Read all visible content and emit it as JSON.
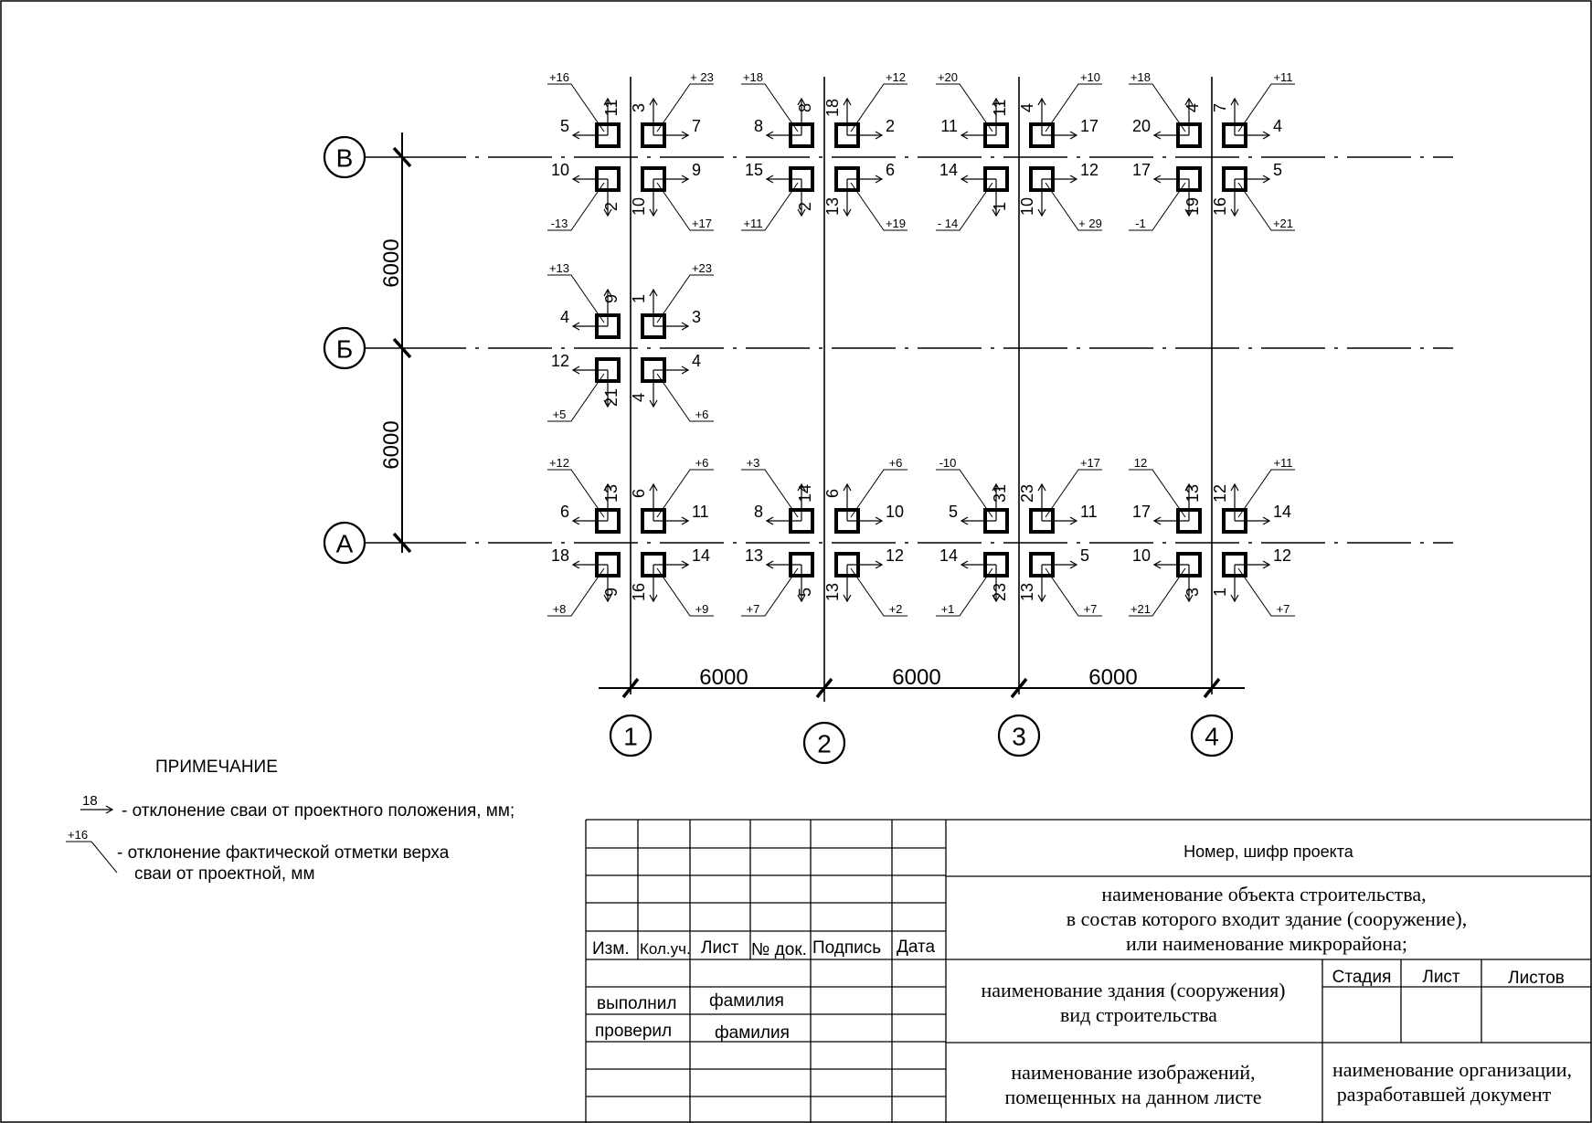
{
  "axes": {
    "rows": [
      {
        "label": "В",
        "key": "v"
      },
      {
        "label": "Б",
        "key": "b"
      },
      {
        "label": "А",
        "key": "a"
      }
    ],
    "cols": [
      {
        "label": "1"
      },
      {
        "label": "2"
      },
      {
        "label": "3"
      },
      {
        "label": "4"
      }
    ]
  },
  "dimensions": {
    "vertical": [
      "6000",
      "6000"
    ],
    "horizontal": [
      "6000",
      "6000",
      "6000"
    ]
  },
  "piles": [
    {
      "node": "1-В",
      "tl": [
        "5",
        "11",
        "+16"
      ],
      "tr": [
        "7",
        "3",
        "+ 23"
      ],
      "bl": [
        "10",
        "2",
        "-13"
      ],
      "br": [
        "9",
        "10",
        "+17"
      ]
    },
    {
      "node": "2-В",
      "tl": [
        "8",
        "8",
        "+18"
      ],
      "tr": [
        "2",
        "18",
        "+12"
      ],
      "bl": [
        "15",
        "2",
        "+11"
      ],
      "br": [
        "6",
        "13",
        "+19"
      ]
    },
    {
      "node": "3-В",
      "tl": [
        "11",
        "11",
        "+20"
      ],
      "tr": [
        "17",
        "4",
        "+10"
      ],
      "bl": [
        "14",
        "1",
        "- 14"
      ],
      "br": [
        "12",
        "10",
        "+ 29"
      ]
    },
    {
      "node": "4-В",
      "tl": [
        "20",
        "4",
        "+18"
      ],
      "tr": [
        "4",
        "7",
        "+11"
      ],
      "bl": [
        "17",
        "19",
        "-1"
      ],
      "br": [
        "5",
        "16",
        "+21"
      ]
    },
    {
      "node": "1-Б",
      "tl": [
        "4",
        "9",
        "+13"
      ],
      "tr": [
        "3",
        "1",
        "+23"
      ],
      "bl": [
        "12",
        "21",
        "+5"
      ],
      "br": [
        "4",
        "4",
        "+6"
      ]
    },
    {
      "node": "1-А",
      "tl": [
        "6",
        "13",
        "+12"
      ],
      "tr": [
        "11",
        "6",
        "+6"
      ],
      "bl": [
        "18",
        "9",
        "+8"
      ],
      "br": [
        "14",
        "16",
        "+9"
      ]
    },
    {
      "node": "2-А",
      "tl": [
        "8",
        "14",
        "+3"
      ],
      "tr": [
        "10",
        "6",
        "+6"
      ],
      "bl": [
        "13",
        "5",
        "+7"
      ],
      "br": [
        "12",
        "13",
        "+2"
      ]
    },
    {
      "node": "3-А",
      "tl": [
        "5",
        "31",
        "-10"
      ],
      "tr": [
        "11",
        "23",
        "+17"
      ],
      "bl": [
        "14",
        "23",
        "+1"
      ],
      "br": [
        "5",
        "13",
        "+7"
      ]
    },
    {
      "node": "4-А",
      "tl": [
        "17",
        "13",
        "12"
      ],
      "tr": [
        "14",
        "12",
        "+11"
      ],
      "bl": [
        "10",
        "3",
        "+21"
      ],
      "br": [
        "12",
        "1",
        "+7"
      ]
    }
  ],
  "note": {
    "title": "ПРИМЕЧАНИЕ",
    "legend1_num": "18",
    "legend1_text": "- отклонение  сваи от проектного положения, мм;",
    "legend2_num": "+16",
    "legend2_line1": "-  отклонение фактической отметки верха",
    "legend2_line2": "сваи от проектной, мм"
  },
  "titleblock": {
    "headers": [
      "Изм.",
      "Кол.уч.",
      "Лист",
      "№ док.",
      "Подпись",
      "Дата"
    ],
    "done_label": "выполнил",
    "done_name": "фамилия",
    "checked_label": "проверил",
    "checked_name": "фамилия",
    "project_code": "Номер, шифр проекта",
    "object_line1": "наименование объекта строительства,",
    "object_line2": "в состав которого входит здание (сооружение),",
    "object_line3": "или наименование микрорайона;",
    "building_line1": "наименование здания (сооружения)",
    "building_line2": "вид строительства",
    "stage_label": "Стадия",
    "sheet_label": "Лист",
    "sheets_label": "Листов",
    "images_line1": "наименование изображений,",
    "images_line2": "помещенных на данном листе",
    "org_line1": "наименование организации,",
    "org_line2": "разработавшей документ"
  }
}
